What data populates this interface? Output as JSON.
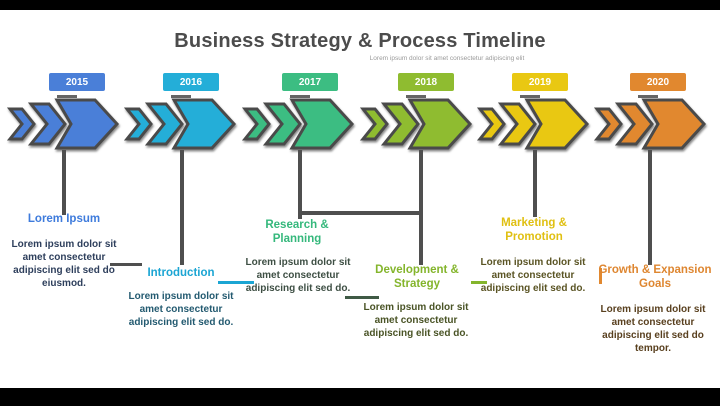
{
  "title": {
    "text": "Business Strategy & Process Timeline",
    "subtitle": "Lorem ipsum dolor sit amet consectetur adipiscing elit",
    "color": "#4c4c4c"
  },
  "connectors": {
    "dark": "#4f4f4f",
    "green": "#3f5a45"
  },
  "arrow_outline_color": "#4a4a4a",
  "columns": [
    {
      "year": "2015",
      "color": "#4a7fd8",
      "heading": "Lorem Ipsum",
      "heading_color": "#3e7bdc",
      "body": "Lorem ipsum dolor sit amet consectetur adipiscing elit sed do eiusmod.",
      "body_color": "#2e3f5c"
    },
    {
      "year": "2016",
      "color": "#24aed8",
      "heading": "Introduction",
      "heading_color": "#1ba5d3",
      "body": "Lorem ipsum dolor sit amet consectetur adipiscing elit sed do.",
      "body_color": "#235a70"
    },
    {
      "year": "2017",
      "color": "#3cbd82",
      "heading": "Research & Planning",
      "heading_color": "#35b87c",
      "body": "Lorem ipsum dolor sit amet consectetur adipiscing elit sed do.",
      "body_color": "#3e4f44"
    },
    {
      "year": "2018",
      "color": "#8fbc30",
      "heading": "Development & Strategy",
      "heading_color": "#84b52c",
      "body": "Lorem ipsum dolor sit amet consectetur adipiscing elit sed do.",
      "body_color": "#4a5426"
    },
    {
      "year": "2019",
      "color": "#e9c812",
      "heading": "Marketing & Promotion",
      "heading_color": "#e0c012",
      "body": "Lorem ipsum dolor sit amet consectetur adipiscing elit sed do.",
      "body_color": "#5a5424"
    },
    {
      "year": "2020",
      "color": "#e1882f",
      "heading": "Growth & Expansion Goals",
      "heading_color": "#de8630",
      "body": "Lorem ipsum dolor sit amet consectetur adipiscing elit sed do tempor.",
      "body_color": "#59401f"
    }
  ]
}
